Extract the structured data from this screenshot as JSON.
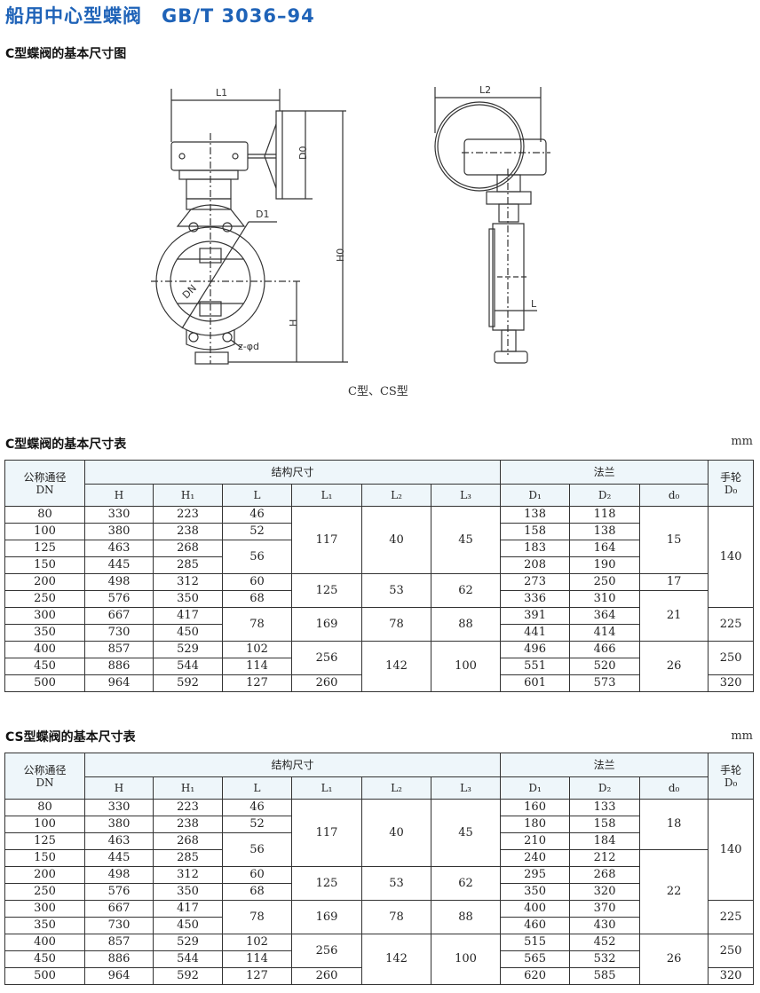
{
  "title": {
    "main": "船用中心型蝶阀",
    "standard": "GB/T 3036–94"
  },
  "drawing": {
    "heading": "C型蝶阀的基本尺寸图",
    "caption": "C型、CS型",
    "labels": {
      "L1": "L1",
      "L2": "L2",
      "D0": "D0",
      "D1": "D1",
      "H0": "H0",
      "H": "H",
      "DN": "DN",
      "bolt": "z-φd",
      "L": "L"
    }
  },
  "headers": {
    "dn1": "公称通径",
    "dn2": "DN",
    "struct": "结构尺寸",
    "flange": "法兰",
    "hw1": "手轮",
    "hw2": "D₀",
    "cols": [
      "H",
      "H₁",
      "L",
      "L₁",
      "L₂",
      "L₃",
      "D₁",
      "D₂",
      "d₀"
    ]
  },
  "tables": [
    {
      "heading": "C型蝶阀的基本尺寸表",
      "unit": "mm",
      "rows": [
        [
          [
            "80"
          ],
          [
            "330"
          ],
          [
            "223"
          ],
          [
            "46"
          ],
          [
            "117",
            4
          ],
          [
            "40",
            4
          ],
          [
            "45",
            4
          ],
          [
            "138"
          ],
          [
            "118"
          ],
          [
            "15",
            4
          ],
          [
            "140",
            6
          ]
        ],
        [
          [
            "100"
          ],
          [
            "380"
          ],
          [
            "238"
          ],
          [
            "52"
          ],
          [
            "158"
          ],
          [
            "138"
          ]
        ],
        [
          [
            "125"
          ],
          [
            "463"
          ],
          [
            "268"
          ],
          [
            "56",
            2
          ],
          [
            "183"
          ],
          [
            "164"
          ]
        ],
        [
          [
            "150"
          ],
          [
            "445"
          ],
          [
            "285"
          ],
          [
            "208"
          ],
          [
            "190"
          ]
        ],
        [
          [
            "200"
          ],
          [
            "498"
          ],
          [
            "312"
          ],
          [
            "60"
          ],
          [
            "125",
            2
          ],
          [
            "53",
            2
          ],
          [
            "62",
            2
          ],
          [
            "273"
          ],
          [
            "250"
          ],
          [
            "17"
          ]
        ],
        [
          [
            "250"
          ],
          [
            "576"
          ],
          [
            "350"
          ],
          [
            "68"
          ],
          [
            "336"
          ],
          [
            "310"
          ],
          [
            "21",
            3
          ]
        ],
        [
          [
            "300"
          ],
          [
            "667"
          ],
          [
            "417"
          ],
          [
            "78",
            2
          ],
          [
            "169",
            2
          ],
          [
            "78",
            2
          ],
          [
            "88",
            2
          ],
          [
            "391"
          ],
          [
            "364"
          ],
          [
            "225",
            2
          ]
        ],
        [
          [
            "350"
          ],
          [
            "730"
          ],
          [
            "450"
          ],
          [
            "441"
          ],
          [
            "414"
          ]
        ],
        [
          [
            "400"
          ],
          [
            "857"
          ],
          [
            "529"
          ],
          [
            "102"
          ],
          [
            "256",
            2
          ],
          [
            "142",
            3
          ],
          [
            "100",
            3
          ],
          [
            "496"
          ],
          [
            "466"
          ],
          [
            "26",
            3
          ],
          [
            "250",
            2
          ]
        ],
        [
          [
            "450"
          ],
          [
            "886"
          ],
          [
            "544"
          ],
          [
            "114"
          ],
          [
            "551"
          ],
          [
            "520"
          ]
        ],
        [
          [
            "500"
          ],
          [
            "964"
          ],
          [
            "592"
          ],
          [
            "127"
          ],
          [
            "260"
          ],
          [
            "601"
          ],
          [
            "573"
          ],
          [
            "320"
          ]
        ]
      ]
    },
    {
      "heading": "CS型蝶阀的基本尺寸表",
      "unit": "mm",
      "rows": [
        [
          [
            "80"
          ],
          [
            "330"
          ],
          [
            "223"
          ],
          [
            "46"
          ],
          [
            "117",
            4
          ],
          [
            "40",
            4
          ],
          [
            "45",
            4
          ],
          [
            "160"
          ],
          [
            "133"
          ],
          [
            "18",
            3
          ],
          [
            "140",
            6
          ]
        ],
        [
          [
            "100"
          ],
          [
            "380"
          ],
          [
            "238"
          ],
          [
            "52"
          ],
          [
            "180"
          ],
          [
            "158"
          ]
        ],
        [
          [
            "125"
          ],
          [
            "463"
          ],
          [
            "268"
          ],
          [
            "56",
            2
          ],
          [
            "210"
          ],
          [
            "184"
          ]
        ],
        [
          [
            "150"
          ],
          [
            "445"
          ],
          [
            "285"
          ],
          [
            "240"
          ],
          [
            "212"
          ],
          [
            "22",
            5
          ]
        ],
        [
          [
            "200"
          ],
          [
            "498"
          ],
          [
            "312"
          ],
          [
            "60"
          ],
          [
            "125",
            2
          ],
          [
            "53",
            2
          ],
          [
            "62",
            2
          ],
          [
            "295"
          ],
          [
            "268"
          ]
        ],
        [
          [
            "250"
          ],
          [
            "576"
          ],
          [
            "350"
          ],
          [
            "68"
          ],
          [
            "350"
          ],
          [
            "320"
          ]
        ],
        [
          [
            "300"
          ],
          [
            "667"
          ],
          [
            "417"
          ],
          [
            "78",
            2
          ],
          [
            "169",
            2
          ],
          [
            "78",
            2
          ],
          [
            "88",
            2
          ],
          [
            "400"
          ],
          [
            "370"
          ],
          [
            "225",
            2
          ]
        ],
        [
          [
            "350"
          ],
          [
            "730"
          ],
          [
            "450"
          ],
          [
            "460"
          ],
          [
            "430"
          ]
        ],
        [
          [
            "400"
          ],
          [
            "857"
          ],
          [
            "529"
          ],
          [
            "102"
          ],
          [
            "256",
            2
          ],
          [
            "142",
            3
          ],
          [
            "100",
            3
          ],
          [
            "515"
          ],
          [
            "452"
          ],
          [
            "26",
            3
          ],
          [
            "250",
            2
          ]
        ],
        [
          [
            "450"
          ],
          [
            "886"
          ],
          [
            "544"
          ],
          [
            "114"
          ],
          [
            "565"
          ],
          [
            "532"
          ]
        ],
        [
          [
            "500"
          ],
          [
            "964"
          ],
          [
            "592"
          ],
          [
            "127"
          ],
          [
            "260"
          ],
          [
            "620"
          ],
          [
            "585"
          ],
          [
            "320"
          ]
        ]
      ]
    }
  ]
}
